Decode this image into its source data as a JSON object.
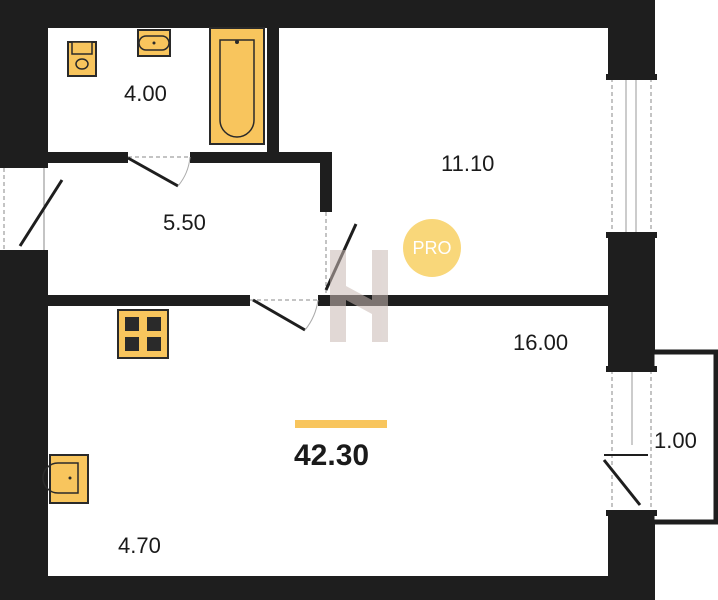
{
  "colors": {
    "wall": "#1e1e1e",
    "floor": "#ffffff",
    "fixture_fill": "#f8c55d",
    "fixture_stroke": "#2a2a2a",
    "accent_bar": "#f8c55d",
    "pro_badge": "#f9d77a",
    "watermark": "#c9b9b4"
  },
  "rooms": [
    {
      "id": "bathroom",
      "area": "4.00"
    },
    {
      "id": "hallway",
      "area": "5.50"
    },
    {
      "id": "room",
      "area": "11.10"
    },
    {
      "id": "kitchen-living",
      "area": "16.00"
    },
    {
      "id": "kitchen-zone",
      "area": "4.70"
    },
    {
      "id": "balcony",
      "area": "1.00"
    }
  ],
  "total_area": "42.30",
  "badge": {
    "text": "PRO"
  },
  "fixtures": [
    "toilet-icon",
    "sink-icon",
    "bathtub-icon",
    "stove-icon",
    "kitchen-sink-icon"
  ]
}
